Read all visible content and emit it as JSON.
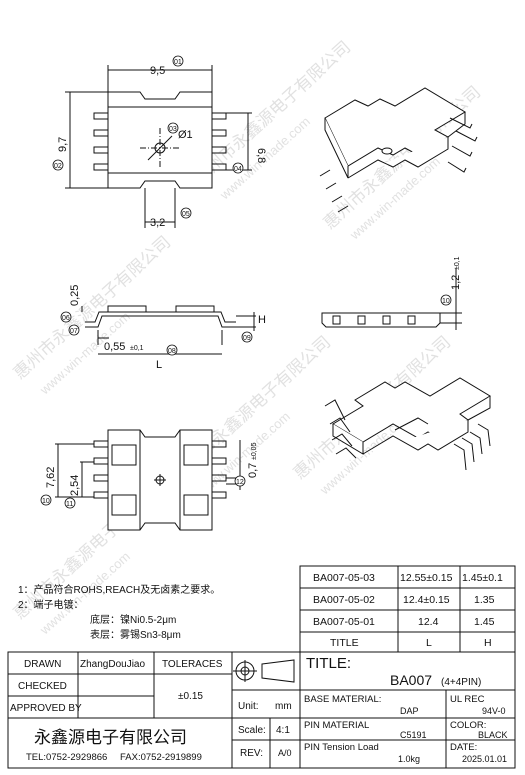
{
  "views": {
    "top": {
      "dim_width": "9,5",
      "dim_height": "9,7",
      "dim_inner": "6,8",
      "dim_hole": "Ø1",
      "dim_slot": "3,2",
      "balloons": [
        "01",
        "02",
        "03",
        "04",
        "05"
      ]
    },
    "side": {
      "dim_thickness": "0,25",
      "dim_pin": "0,55",
      "dim_pin_tol": "±0,1",
      "dim_length": "L",
      "dim_height": "H",
      "dim_right": "1,2",
      "dim_right_tol": "±0,1",
      "balloons": [
        "06",
        "07",
        "08",
        "09",
        "10"
      ]
    },
    "bottom": {
      "dim_pitch": "2,54",
      "dim_span": "7,62",
      "dim_pad": "0,7",
      "dim_pad_tol": "±0,05",
      "balloons": [
        "10",
        "11",
        "12"
      ]
    }
  },
  "notes": {
    "line1": "1：产品符合ROHS,REACH及无卤素之要求。",
    "line2": "2：端子电镀：",
    "line3": "底层：镍Ni0.5-2μm",
    "line4": "表层：雾锡Sn3-8μm"
  },
  "variants": {
    "rows": [
      {
        "title": "BA007-05-03",
        "L": "12.55±0.15",
        "H": "1.45±0.1"
      },
      {
        "title": "BA007-05-02",
        "L": "12.4±0.15",
        "H": "1.35"
      },
      {
        "title": "BA007-05-01",
        "L": "12.4",
        "H": "1.45"
      }
    ],
    "header": {
      "title": "TITLE",
      "L": "L",
      "H": "H"
    }
  },
  "title_block": {
    "drawn_label": "DRAWN",
    "drawn_value": "ZhangDouJiao",
    "checked_label": "CHECKED",
    "approved_label": "APPROVED BY",
    "tolerances_label": "TOLERACES",
    "tolerances_value": "±0.15",
    "unit_label": "Unit:",
    "unit_value": "mm",
    "scale_label": "Scale:",
    "scale_value": "4:1",
    "rev_label": "REV:",
    "rev_value": "A/0",
    "title_label": "TITLE:",
    "title_value": "BA007",
    "title_pins": "(4+4PIN)",
    "base_material_label": "BASE MATERIAL:",
    "base_material_value": "DAP",
    "ul_rec_label": "UL REC",
    "ul_rec_value": "94V-0",
    "pin_material_label": "PIN MATERIAL",
    "pin_material_value": "C5191",
    "color_label": "COLOR:",
    "color_value": "BLACK",
    "pin_tension_label": "PIN Tension Load",
    "pin_tension_value": "1.0kg",
    "date_label": "DATE:",
    "date_value": "2025.01.01",
    "company": "永鑫源电子有限公司",
    "tel": "TEL:0752-2929866",
    "fax": "FAX:0752-2919899"
  },
  "watermark": {
    "text1": "惠州市永鑫源电子有限公司",
    "text2": "www.win-made.com"
  }
}
